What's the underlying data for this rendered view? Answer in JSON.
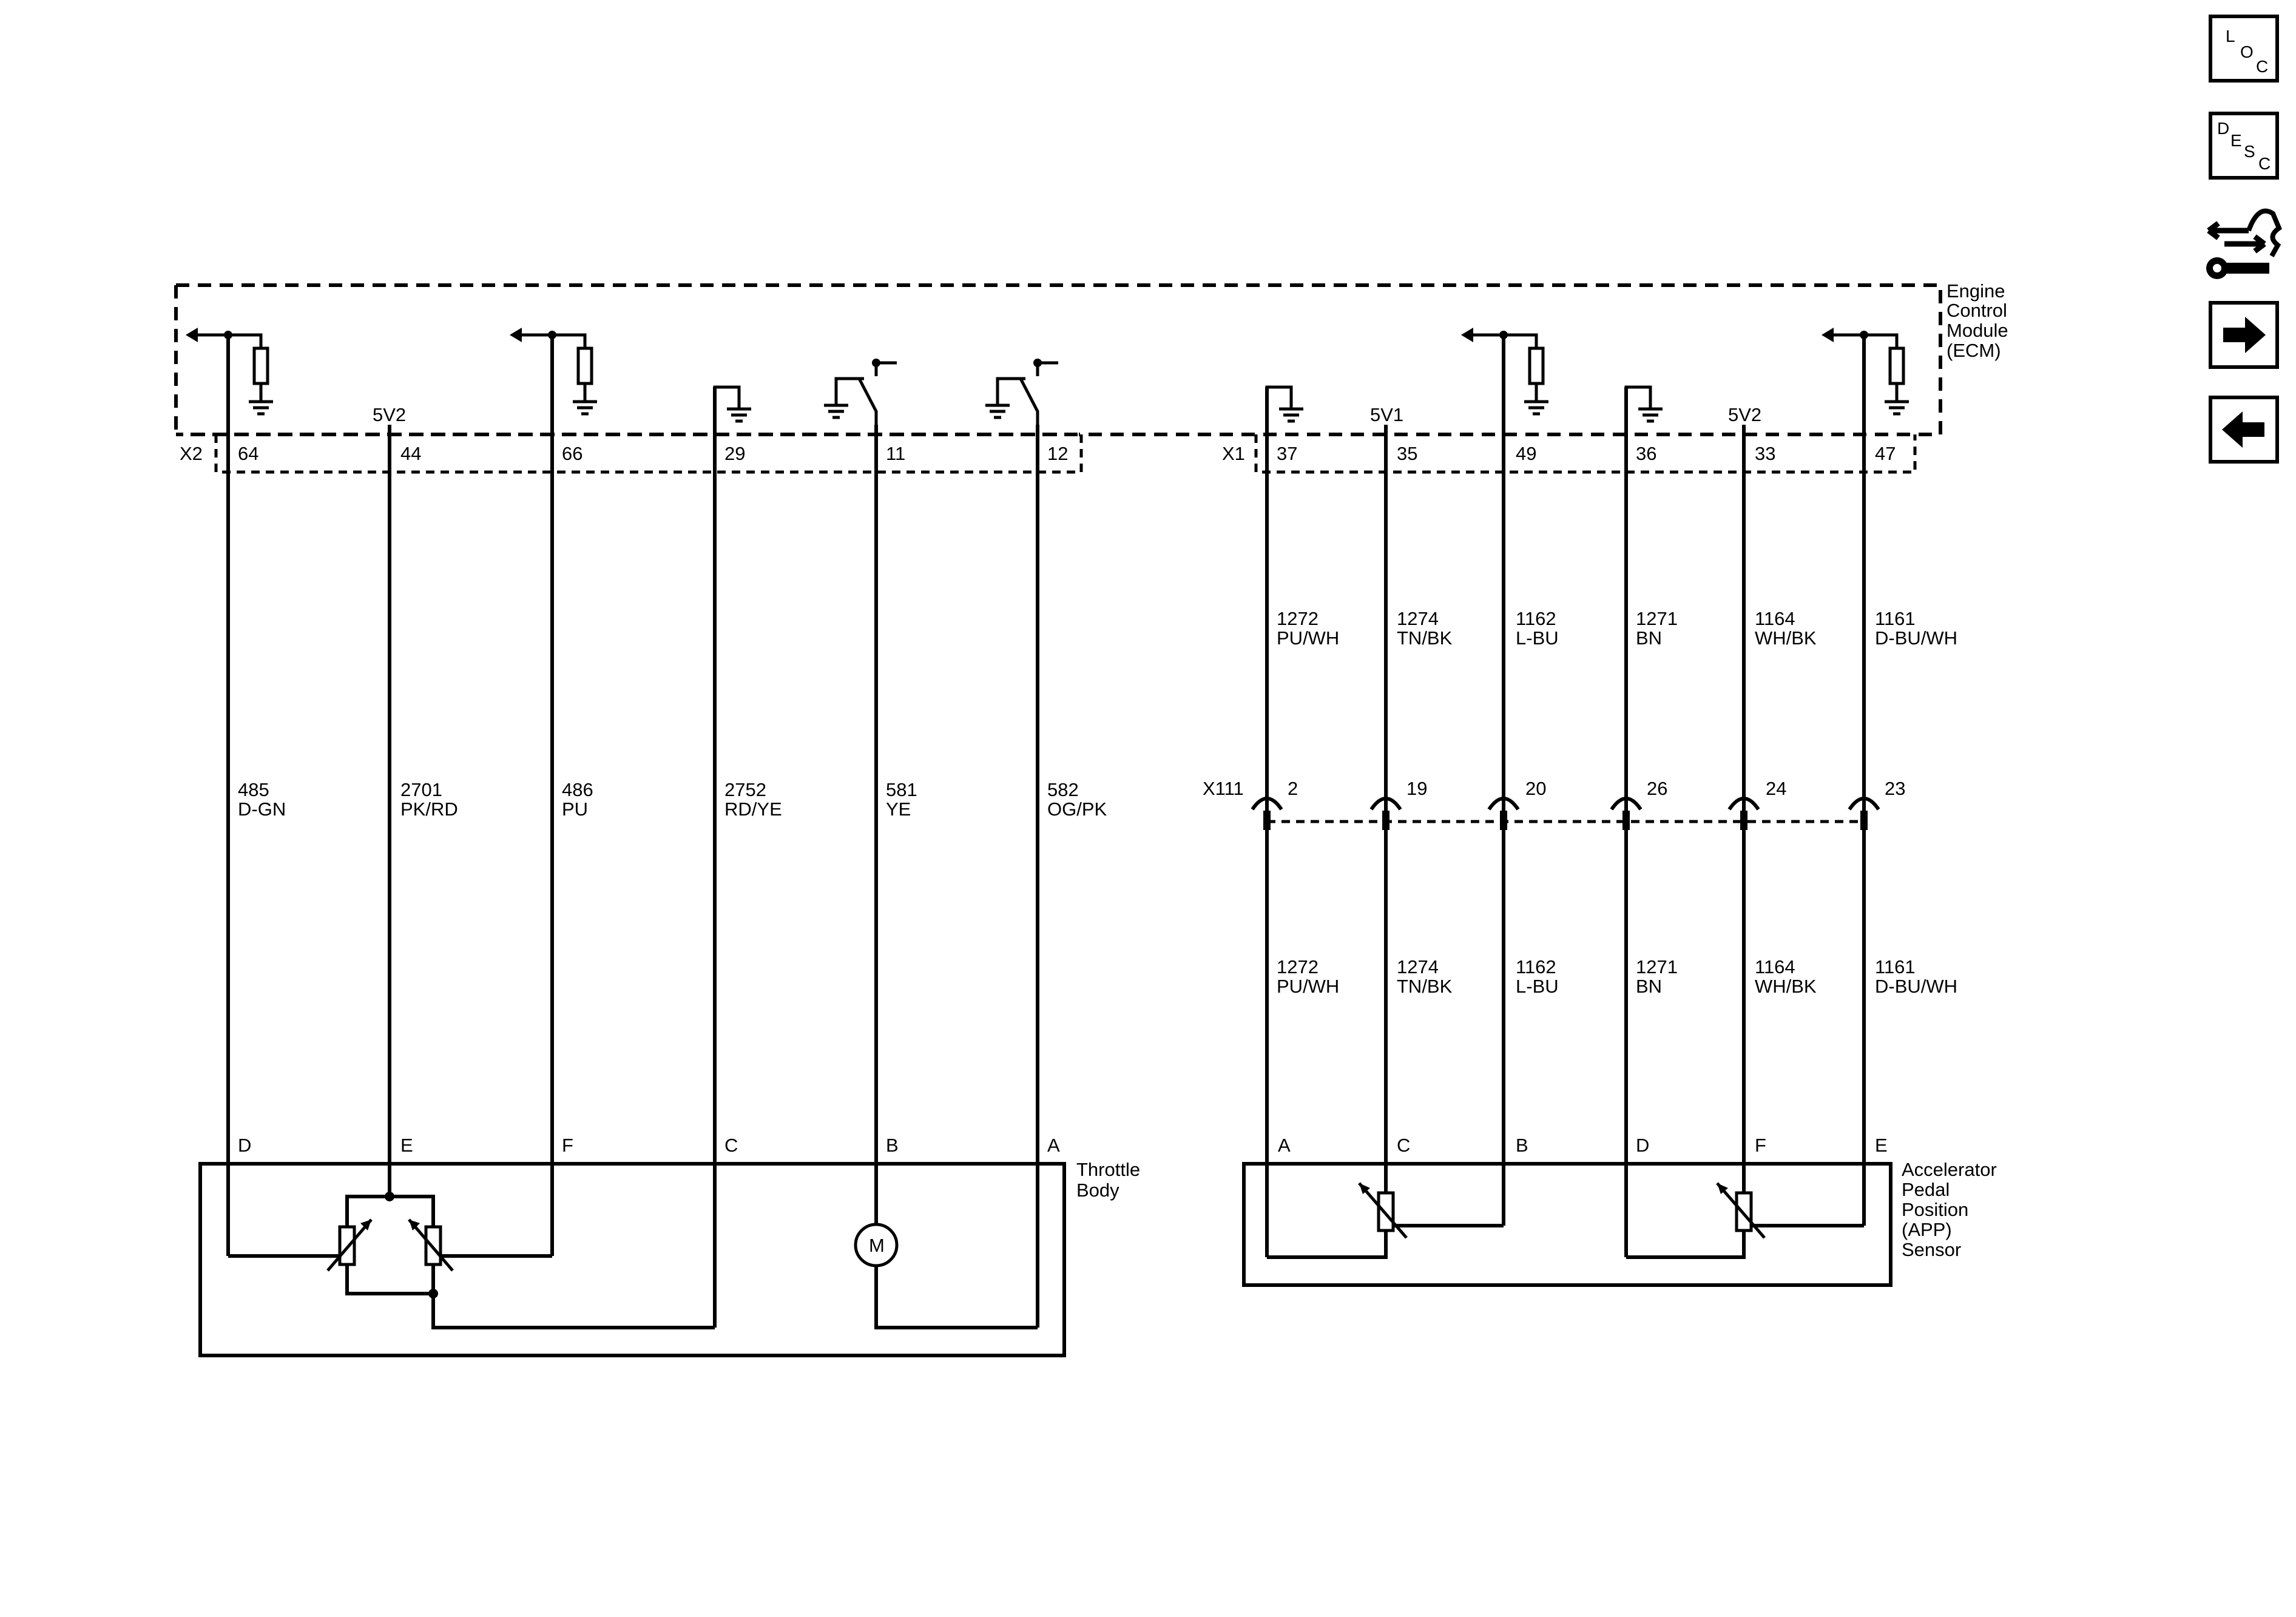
{
  "nav": {
    "loc": [
      "L",
      "O",
      "C"
    ],
    "desc": [
      "D",
      "E",
      "S",
      "C"
    ]
  },
  "ecm": {
    "label": [
      "Engine",
      "Control",
      "Module",
      "(ECM)"
    ]
  },
  "connectors": {
    "x2": "X2",
    "x1": "X1",
    "x111": "X111"
  },
  "ecm_pins": [
    {
      "pin": "64",
      "supply": ""
    },
    {
      "pin": "44",
      "supply": "5V2"
    },
    {
      "pin": "66",
      "supply": ""
    },
    {
      "pin": "29",
      "supply": ""
    },
    {
      "pin": "11",
      "supply": ""
    },
    {
      "pin": "12",
      "supply": ""
    },
    {
      "pin": "37",
      "supply": ""
    },
    {
      "pin": "35",
      "supply": "5V1"
    },
    {
      "pin": "49",
      "supply": ""
    },
    {
      "pin": "36",
      "supply": ""
    },
    {
      "pin": "33",
      "supply": "5V2"
    },
    {
      "pin": "47",
      "supply": ""
    }
  ],
  "tb_wires": [
    {
      "circuit": "485",
      "color": "D-GN",
      "terminal": "D"
    },
    {
      "circuit": "2701",
      "color": "PK/RD",
      "terminal": "E"
    },
    {
      "circuit": "486",
      "color": "PU",
      "terminal": "F"
    },
    {
      "circuit": "2752",
      "color": "RD/YE",
      "terminal": "C"
    },
    {
      "circuit": "581",
      "color": "YE",
      "terminal": "B"
    },
    {
      "circuit": "582",
      "color": "OG/PK",
      "terminal": "A"
    }
  ],
  "app_wires": [
    {
      "circuit": "1272",
      "color": "PU/WH",
      "x111_pin": "2",
      "terminal": "A"
    },
    {
      "circuit": "1274",
      "color": "TN/BK",
      "x111_pin": "19",
      "terminal": "C"
    },
    {
      "circuit": "1162",
      "color": "L-BU",
      "x111_pin": "20",
      "terminal": "B"
    },
    {
      "circuit": "1271",
      "color": "BN",
      "x111_pin": "26",
      "terminal": "D"
    },
    {
      "circuit": "1164",
      "color": "WH/BK",
      "x111_pin": "24",
      "terminal": "F"
    },
    {
      "circuit": "1161",
      "color": "D-BU/WH",
      "x111_pin": "23",
      "terminal": "E"
    }
  ],
  "throttle_body": {
    "label": [
      "Throttle",
      "Body"
    ],
    "motor": "M"
  },
  "app_sensor": {
    "label": [
      "Accelerator",
      "Pedal",
      "Position",
      "(APP)",
      "Sensor"
    ]
  }
}
